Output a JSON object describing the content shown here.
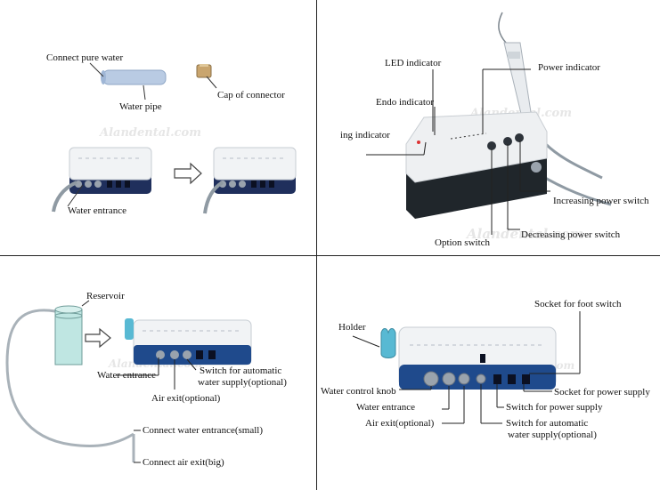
{
  "watermark": "Alandental.com",
  "top_left": {
    "connect_pure_water": "Connect pure water",
    "water_pipe": "Water pipe",
    "cap_of_connector": "Cap of  connector",
    "water_entrance": "Water entrance"
  },
  "top_right": {
    "led_indicator": "LED indicator",
    "power_indicator": "Power indicator",
    "endo_indicator": "Endo indicator",
    "ing_indicator": "ing indicator",
    "increasing_power_switch": "Increasing  power switch",
    "decreasing_power_switch": "Decreasing power switch",
    "option_switch": "Option switch"
  },
  "bottom_left": {
    "reservoir": "Reservoir",
    "water_entrance": "Water entrance",
    "switch_automatic_line1": "Switch for automatic",
    "switch_automatic_line2": "water supply(optional)",
    "air_exit": "Air exit(optional)",
    "connect_water_entrance_small": "Connect water entrance(small)",
    "connect_air_exit_big": "Connect  air exit(big)"
  },
  "bottom_right": {
    "socket_foot_switch": "Socket  for foot  switch",
    "holder": "Holder",
    "water_control_knob": "Water control knob",
    "socket_power_supply": "Socket for power supply",
    "water_entrance": "Water entrance",
    "switch_power_supply": "Switch for power supply",
    "air_exit": "Air exit(optional)",
    "switch_automatic_line1": "Switch for automatic",
    "switch_automatic_line2": "water supply(optional)"
  },
  "colors": {
    "device_body": "#f1f3f5",
    "device_base": "#1f2f5c",
    "base_dark": "#20262b",
    "holder_teal": "#58b9d3",
    "reservoir": "#bfe6e2",
    "tube": "#a9b2b9",
    "pipe_blue": "#b9cbe3"
  }
}
